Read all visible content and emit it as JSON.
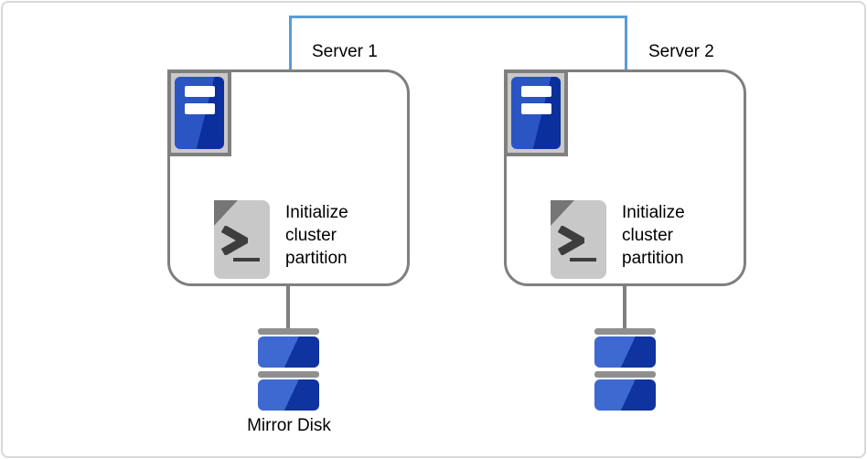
{
  "colors": {
    "connector": "#5b9bd5",
    "outline": "#7f7f7f",
    "frame": "#d8d8d8",
    "text": "#000000",
    "icon_bg": "#c9c9c9",
    "doc_bg": "#c8c8c8",
    "doc_fold": "#767676",
    "glyph": "#3d3d3d",
    "server_blue_light": "#2a55c2",
    "server_blue_dark": "#0b2f9c",
    "disk_blue_light": "#3d69d0",
    "disk_blue_dark": "#0f339f",
    "disk_bar": "#8f8f8f"
  },
  "icons": {
    "server": {
      "name": "server-tower-icon"
    },
    "script": {
      "name": "terminal-script-icon",
      "glyph": ">_"
    },
    "disk": {
      "name": "disk-stack-icon"
    }
  },
  "servers": [
    {
      "label": "Server 1",
      "task": "Initialize cluster partition",
      "disk_label": "Mirror Disk"
    },
    {
      "label": "Server 2",
      "task": "Initialize cluster partition"
    }
  ]
}
